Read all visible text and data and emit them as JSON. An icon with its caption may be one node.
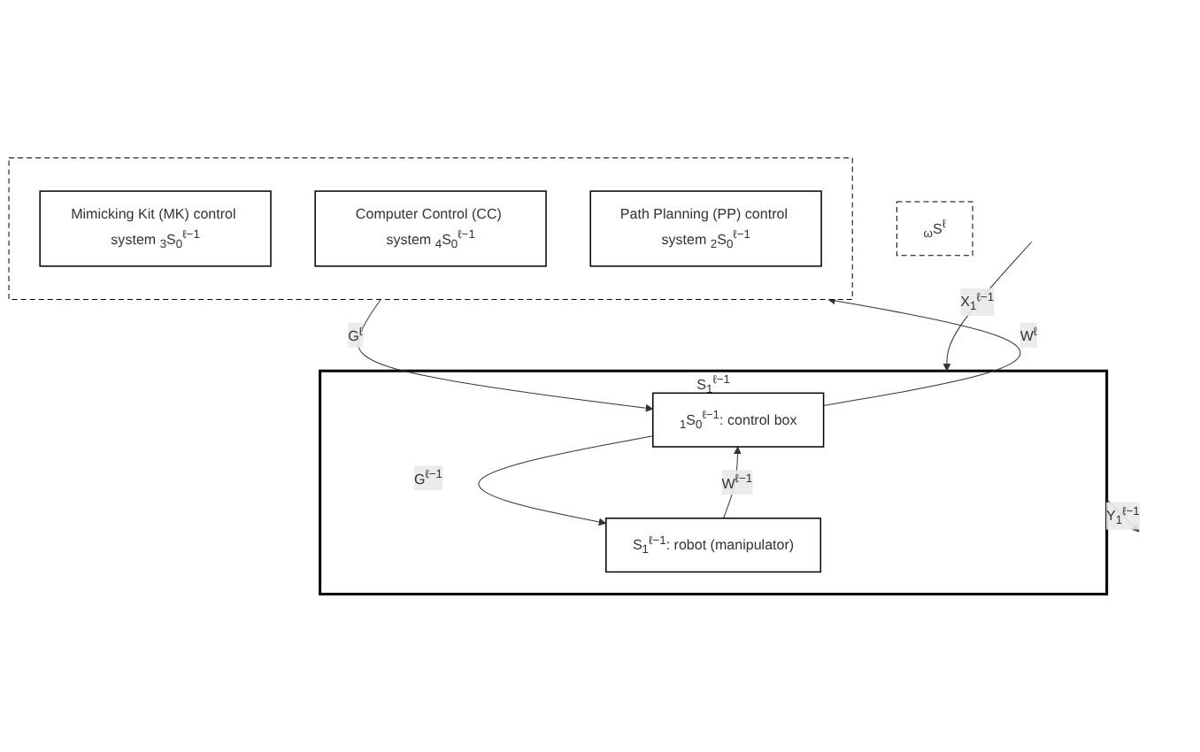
{
  "diagram": {
    "nodes": [
      {
        "text": [],
        "shape": "box"
      },
      {
        "text": [
          "Mimicking Kit (MK) control system $_{3}$S$_{0}$$^{ℓ−1}$"
        ],
        "in": 0
      },
      {
        "text": [
          "Computer Control (CC) system $_{4}$S$_{0}$$^{ℓ−1}$"
        ],
        "in": 0
      },
      {
        "text": [
          "Path Planning (PP) control system $_{2}$S$_{0}$$^{ℓ−1}$"
        ],
        "in": 0
      },
      {
        "text": [
          "$_{ω}$S$^{ℓ}$"
        ]
      },
      {
        "text": [
          "S$_{1}$$^{ℓ−1}$"
        ]
      },
      {
        "text": [
          "$_{1}$S$_{0}$$^{ℓ−1}$: control box"
        ],
        "in": 5
      },
      {
        "text": [
          "S$_{1}$$^{ℓ−1}$: robot (manipulator)"
        ],
        "in": 5
      }
    ],
    "edges": [
      {
        "from": 0,
        "to": 6,
        "label": "G$^{ℓ}$",
        "arrow": "to"
      },
      {
        "from": 6,
        "to": 0,
        "label": "W$^{ℓ}$",
        "arrow": "to"
      },
      {
        "from": 6,
        "to": 7,
        "label": "G$^{ℓ−1}$",
        "arrow": "to"
      },
      {
        "from": 7,
        "to": 6,
        "label": "W$^{ℓ−1}$",
        "arrow": "to"
      },
      {
        "from": null,
        "to": 5,
        "label": "X$_{1}$$^{ℓ−1}$",
        "arrow": "to"
      },
      {
        "from": 5,
        "to": null,
        "label": "Y$_{1}$$^{ℓ−1}$",
        "arrow": "to"
      }
    ]
  }
}
